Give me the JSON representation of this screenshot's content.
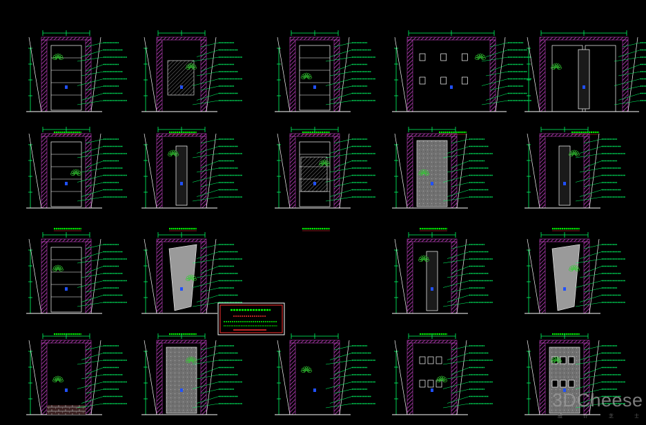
{
  "drawing": {
    "sheet_rows": 4,
    "sheet_cols": 5,
    "elevation_count": 19,
    "line_colors": {
      "background": "#000000",
      "wall_outline": "#ffffff",
      "hatch_wall": "#c040c0",
      "dimension": "#00ff66",
      "annotation": "#00ff66",
      "caption_text": "#00ff00",
      "caption_underline": "#ff3030",
      "plant": "#33cc33",
      "title_frame": "#ff3030"
    },
    "elevations": [
      {
        "variant": "shelf-counter"
      },
      {
        "variant": "wall-screen"
      },
      {
        "variant": "tall-cabinet"
      },
      {
        "variant": "wide-decor"
      },
      {
        "variant": "wide-doors"
      },
      {
        "variant": "display-shelf"
      },
      {
        "variant": "planter-column"
      },
      {
        "variant": "hatched-niche"
      },
      {
        "variant": "stone-panel"
      },
      {
        "variant": "plant-door"
      },
      {
        "variant": "narrow-niche"
      },
      {
        "variant": "slanted-ceiling"
      },
      {
        "variant": "split-wall"
      },
      {
        "variant": "angled-panel"
      },
      {
        "variant": "brick-base"
      },
      {
        "variant": "patterned-panel"
      },
      {
        "variant": "plant-wall"
      },
      {
        "variant": "square-panels"
      },
      {
        "variant": "tile-collage"
      },
      {
        "variant": "angled-shaft"
      }
    ],
    "title_block": {
      "frame_color": "#ff3030"
    }
  },
  "watermark": {
    "brand": "3DCheese",
    "subtitle_chars": [
      "設",
      "计",
      "芝",
      "士"
    ]
  }
}
